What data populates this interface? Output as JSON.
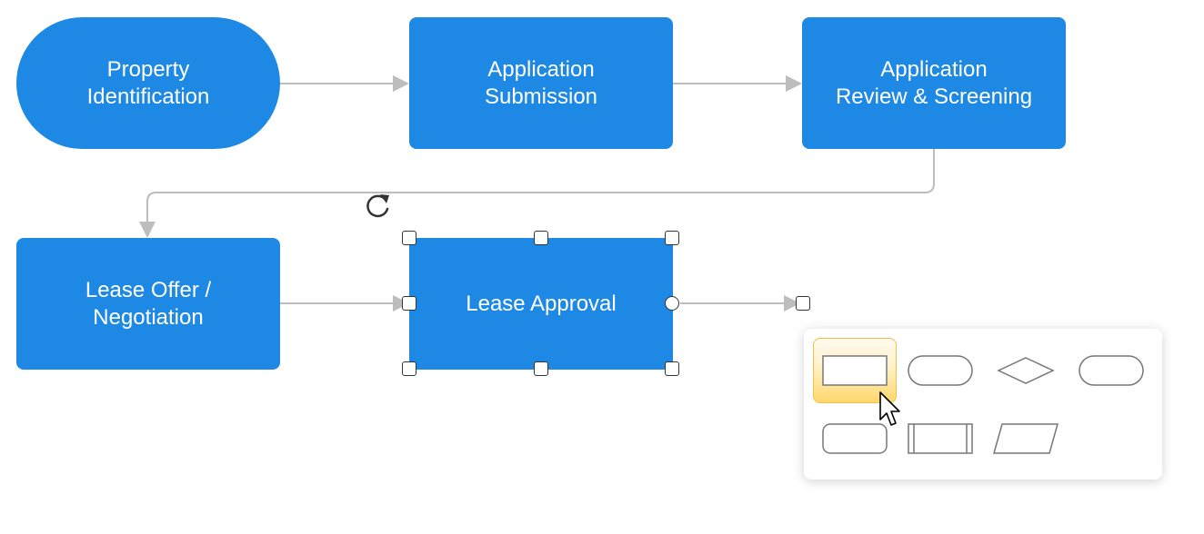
{
  "diagram": {
    "accent_color": "#1e88e5",
    "connector_color": "#bdbdbd",
    "nodes": {
      "property_identification": "Property\nIdentification",
      "application_submission": "Application\nSubmission",
      "application_review": "Application\nReview & Screening",
      "lease_offer": "Lease Offer /\nNegotiation",
      "lease_approval": "Lease Approval"
    },
    "selected_node": "lease_approval"
  },
  "shape_picker": {
    "shapes": [
      "rectangle",
      "rounded-pill",
      "diamond",
      "terminator",
      "rounded-rectangle",
      "predefined-process",
      "parallelogram"
    ],
    "hovered": "rectangle"
  },
  "icons": {
    "rotate": "rotate-icon",
    "cursor": "arrow-cursor-icon"
  }
}
